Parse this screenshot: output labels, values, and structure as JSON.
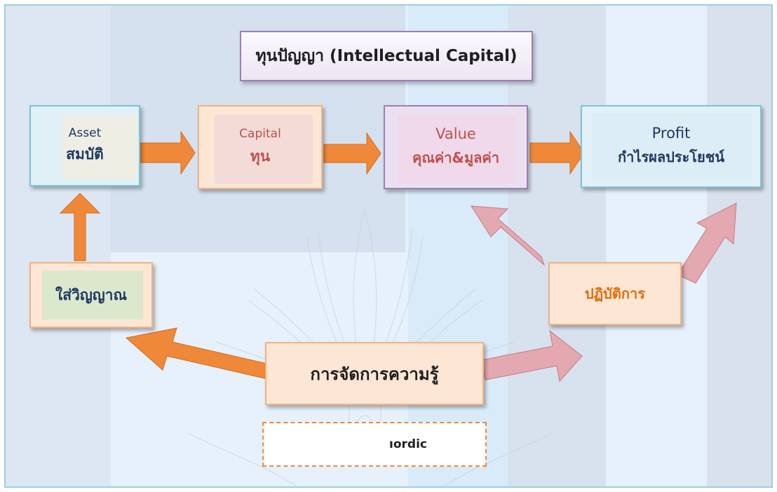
{
  "title": "ทุนปัญญา (Intellectual Capital)",
  "nodes": {
    "asset": {
      "line1": "Asset",
      "line2": "สมบัติ"
    },
    "capital": {
      "line1": "Capital",
      "line2": "ทุน"
    },
    "value": {
      "line1": "Value",
      "line2": "คุณค่า&มูลค่า"
    },
    "profit": {
      "line1": "Profit",
      "line2": "กำไรผลประโยชน์"
    },
    "spirit": {
      "label": "ใส่วิญญาณ"
    },
    "practice": {
      "label": "ปฏิบัติการ"
    },
    "km": {
      "label": "การจัดการความรู้"
    },
    "dashed": {
      "label": "ıordic"
    }
  },
  "colors": {
    "orange_arrow": "#f0883a",
    "pink_arrow": "#e4a8b0",
    "text_navy": "#1f3864",
    "text_red": "#c0504d",
    "text_orange": "#e46c0a"
  }
}
